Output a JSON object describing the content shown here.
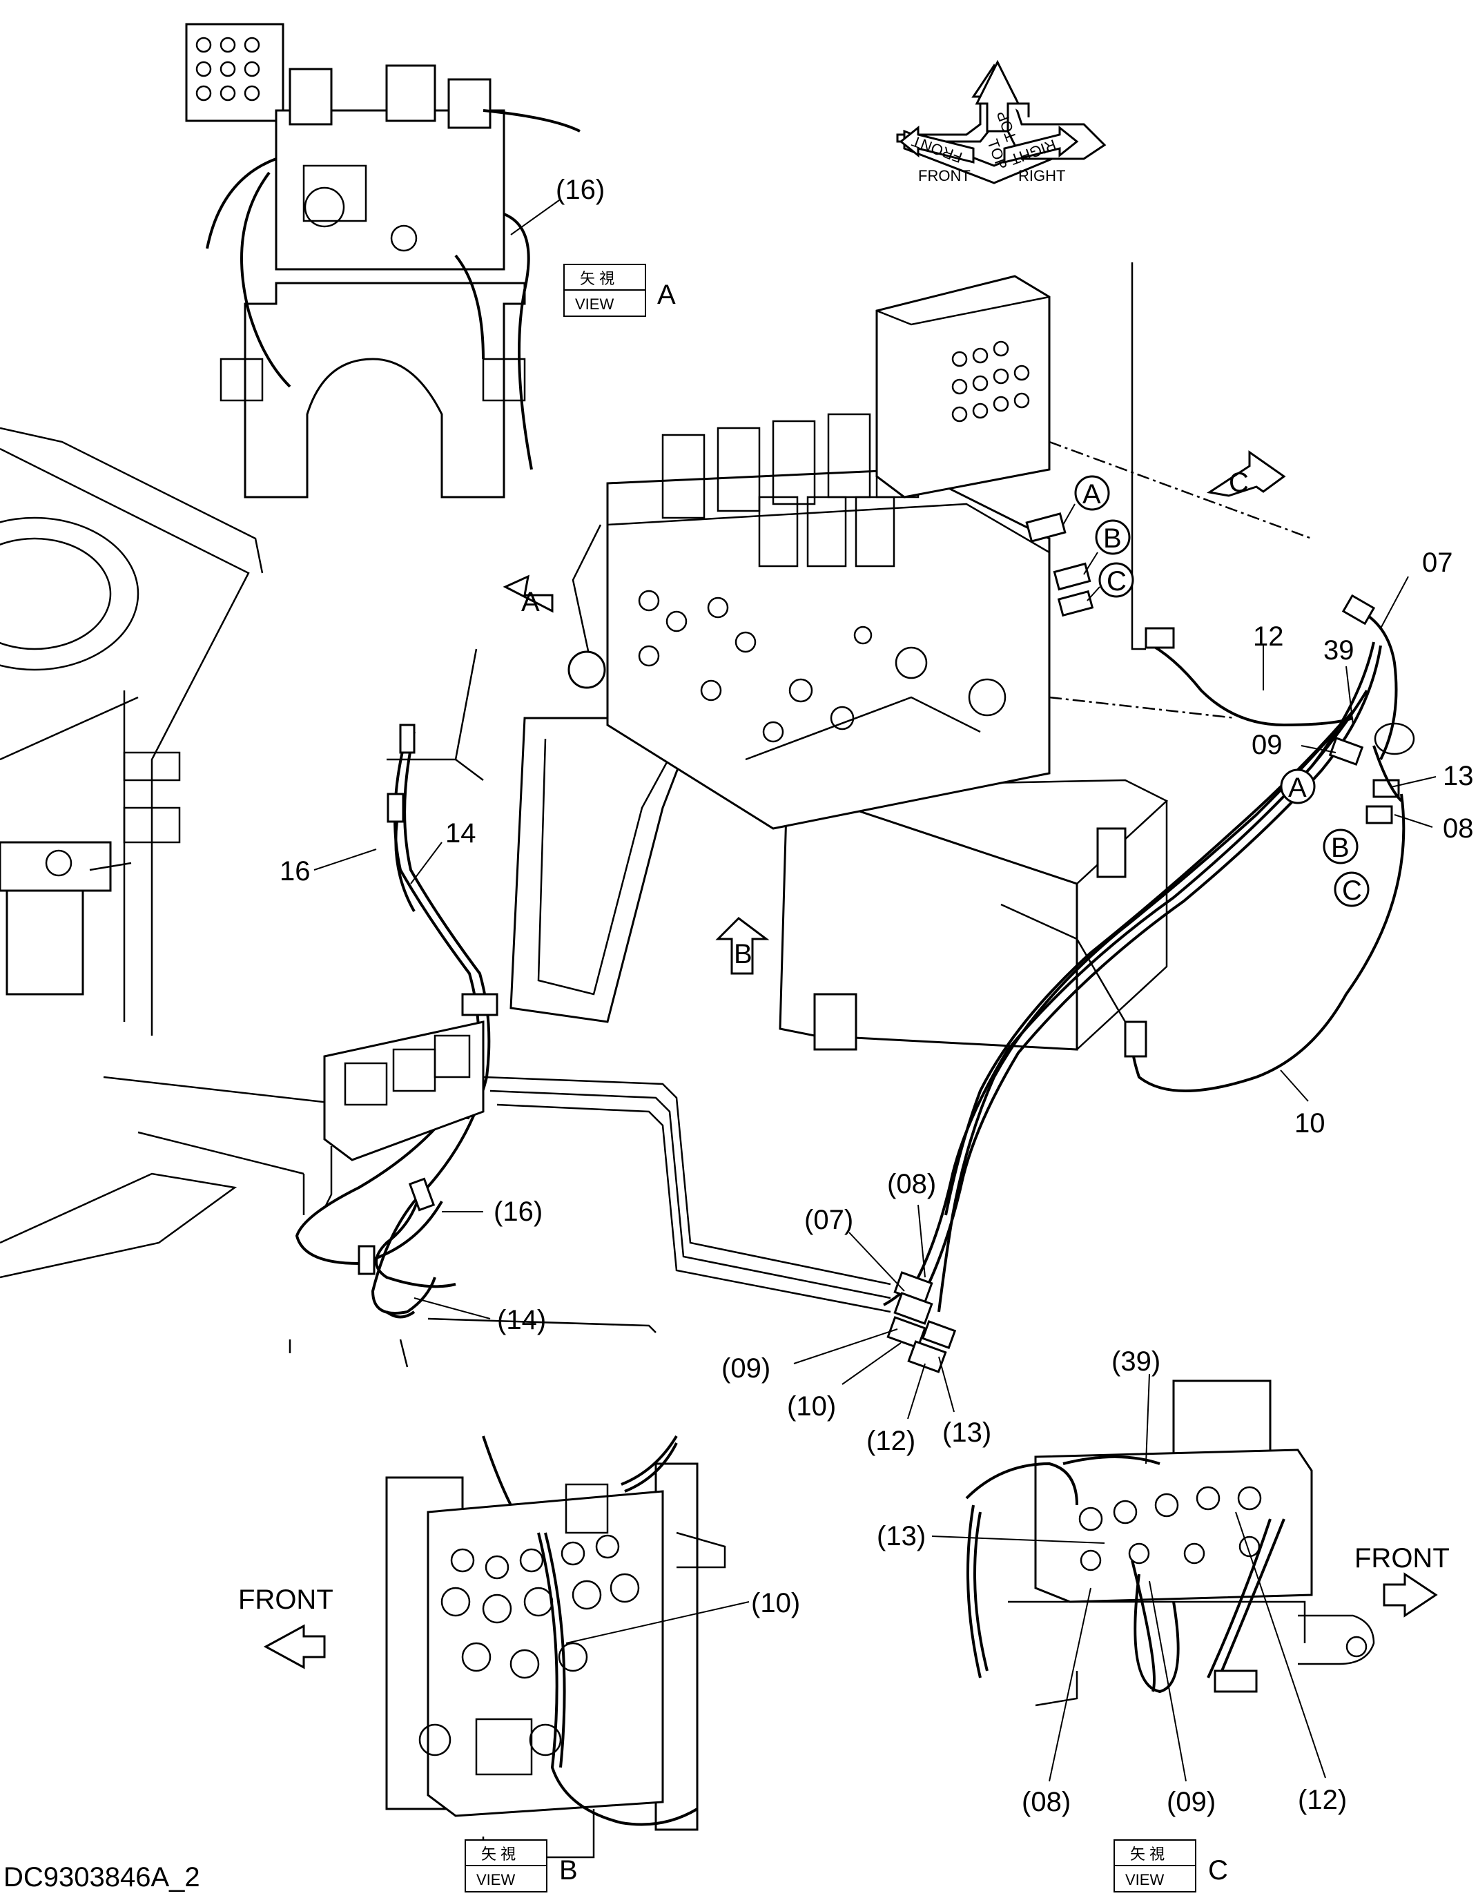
{
  "drawing_code": "DC9303846A_2",
  "orientation_block": {
    "top": "TOP",
    "front": "FRONT",
    "right": "RIGHT",
    "front_mirror": "FRONT",
    "top_mirror": "TOP",
    "right_mirror": "RIGHT"
  },
  "views": {
    "a": {
      "kanji": "矢 視",
      "word": "VIEW",
      "letter": "A"
    },
    "b": {
      "kanji": "矢 視",
      "word": "VIEW",
      "letter": "B"
    },
    "c": {
      "kanji": "矢 視",
      "word": "VIEW",
      "letter": "C"
    }
  },
  "view_arrows": {
    "a": "A",
    "b": "B",
    "c": "C"
  },
  "ports": {
    "a": "A",
    "b": "B",
    "c": "C"
  },
  "front_labels": {
    "view_b": "FRONT",
    "view_c": "FRONT"
  },
  "callouts": {
    "c07": "07",
    "c12": "12",
    "c39": "39",
    "c09": "09",
    "c13": "13",
    "c08": "08",
    "c10": "10",
    "c16": "16",
    "c14": "14",
    "p16_top": "(16)",
    "p16_mid": "(16)",
    "p14_mid": "(14)",
    "p08": "(08)",
    "p07": "(07)",
    "p09": "(09)",
    "p10": "(10)",
    "p12": "(12)",
    "p13": "(13)",
    "vb_p10": "(10)",
    "vc_p39": "(39)",
    "vc_p13": "(13)",
    "vc_p08": "(08)",
    "vc_p09": "(09)",
    "vc_p12": "(12)"
  },
  "port_markers": {
    "a1": "A",
    "b1": "B",
    "c1": "C",
    "a2": "A",
    "b2": "B",
    "c2": "C"
  }
}
